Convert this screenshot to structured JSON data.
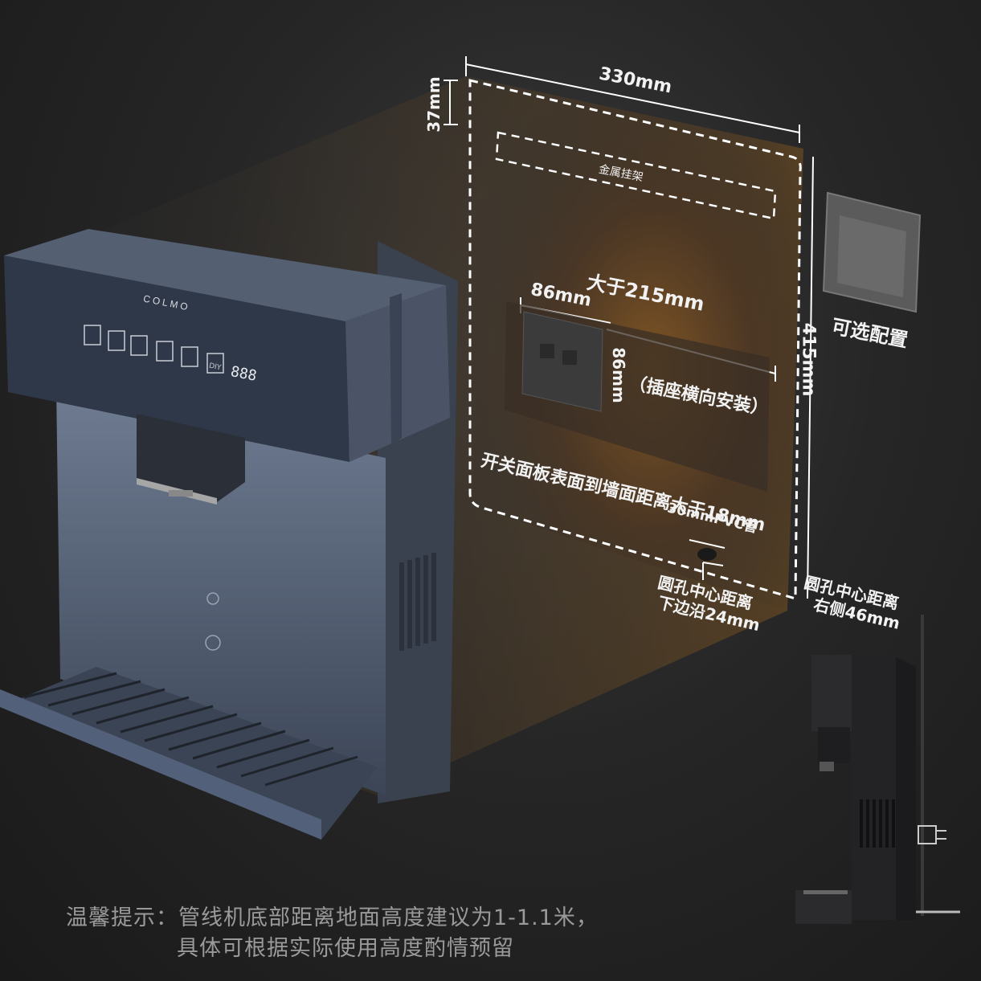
{
  "product": {
    "brand": "COLMO",
    "display_digits": "888",
    "panel_icon_labels": [
      "DIY"
    ]
  },
  "dimensions": {
    "width_label": "330mm",
    "top_gap_label": "37mm",
    "height_label": "415mm",
    "bracket_label": "金属挂架",
    "socket_width_label": "86mm",
    "socket_height_label": "86mm",
    "socket_span_label": "大于215mm",
    "socket_note": "（插座横向安装）",
    "panel_distance_note": "开关面板表面到墙面距离大于18mm",
    "pipe_label": "30mmPVC管",
    "hole_bottom_line1": "圆孔中心距离",
    "hole_bottom_line2": "下边沿24mm",
    "hole_right_line1": "圆孔中心距离",
    "hole_right_line2": "右侧46mm",
    "optional_switch_label": "可选配置"
  },
  "tip": {
    "line1": "温馨提示：管线机底部距离地面高度建议为1-1.1米，",
    "line2": "具体可根据实际使用高度酌情预留"
  },
  "colors": {
    "background": "#262626",
    "machine_body": "#4a5566",
    "machine_panel": "#3c4658",
    "dashed_line": "#ffffff",
    "wall_glow": "#6b4a22",
    "note_text": "#9a9a9a"
  }
}
